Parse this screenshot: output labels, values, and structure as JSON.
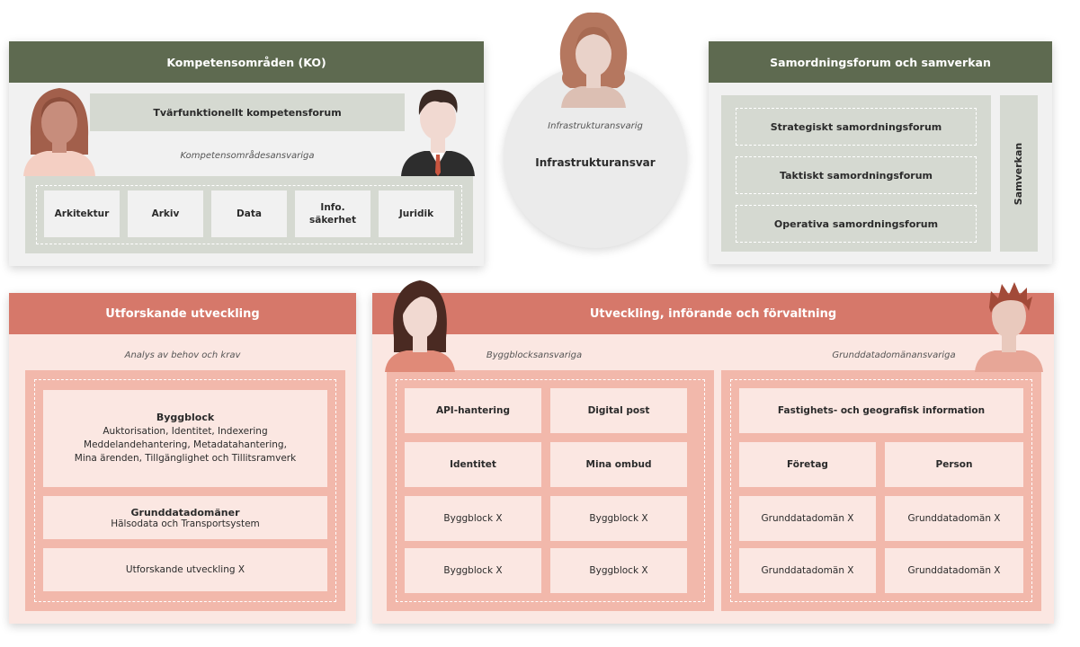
{
  "ko": {
    "title": "Kompetensområden (KO)",
    "forum": "Tvärfunktionellt kompetensforum",
    "role": "Kompetensområdesansvariga",
    "areas": [
      "Arkitektur",
      "Arkiv",
      "Data",
      "Info.\nsäkerhet",
      "Juridik"
    ]
  },
  "infra": {
    "role": "Infrastrukturansvarig",
    "title": "Infrastrukturansvar"
  },
  "samordning": {
    "title": "Samordningsforum  och samverkan",
    "forums": [
      "Strategiskt samordningsforum",
      "Taktiskt samordningsforum",
      "Operativa samordningsforum"
    ],
    "side": "Samverkan"
  },
  "utforskande": {
    "title": "Utforskande utveckling",
    "subtitle": "Analys av behov och krav",
    "byggblock_title": "Byggblock",
    "byggblock_text": "Auktorisation, Identitet, Indexering\nMeddelandehantering, Metadatahantering,\nMina ärenden, Tillgänglighet och Tillitsramverk",
    "grund_title": "Grunddatadomäner",
    "grund_text": "Hälsodata och Transportsystem",
    "item_x": "Utforskande utveckling X"
  },
  "utveckling": {
    "title": "Utveckling, införande och förvaltning",
    "left_role": "Byggblocksansvariga",
    "right_role": "Grunddatadomänansvariga",
    "left_boxes": [
      "API-hantering",
      "Digital post",
      "Identitet",
      "Mina ombud",
      "Byggblock X",
      "Byggblock X",
      "Byggblock X",
      "Byggblock X"
    ],
    "right_top": "Fastighets- och geografisk information",
    "right_boxes": [
      "Företag",
      "Person",
      "Grunddatadomän X",
      "Grunddatadomän X",
      "Grunddatadomän X",
      "Grunddatadomän X"
    ]
  },
  "colors": {
    "green_header": "#5e6a50",
    "green_box": "#d5d9d1",
    "red_header": "#d6786a",
    "pink_panel": "#fbe7e2",
    "pink_inner": "#f2b8ab"
  }
}
